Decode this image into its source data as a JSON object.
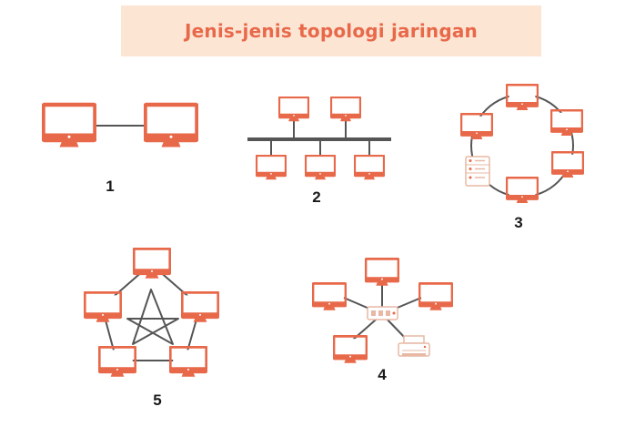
{
  "title": "Jenis-jenis topologi jaringan",
  "colors": {
    "accent": "#e8694a",
    "banner": "#fde5d4",
    "line": "#555555",
    "device": "#e7b8a4"
  },
  "labels": {
    "t1": "1",
    "t2": "2",
    "t3": "3",
    "t4": "4",
    "t5": "5"
  },
  "icons": {
    "computer": "monitor-icon",
    "server": "server-icon",
    "hub": "hub-icon",
    "printer": "printer-icon"
  }
}
